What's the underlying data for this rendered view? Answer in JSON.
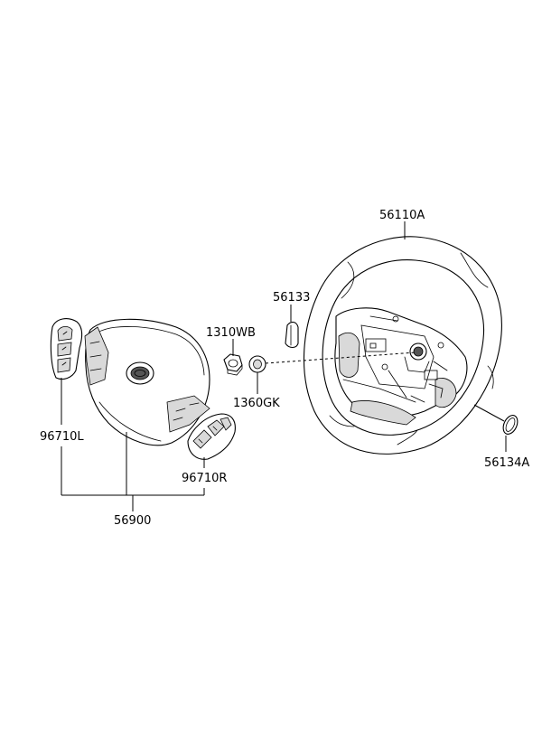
{
  "parts": [
    {
      "id": "steering-wheel",
      "number": "56110A"
    },
    {
      "id": "airbag-module-assembly",
      "number": "56900"
    },
    {
      "id": "left-remote-control-switch",
      "number": "96710L"
    },
    {
      "id": "right-remote-control-switch",
      "number": "96710R"
    },
    {
      "id": "nut",
      "number": "1310WB"
    },
    {
      "id": "washer",
      "number": "1360GK"
    },
    {
      "id": "cover-cap",
      "number": "56133"
    },
    {
      "id": "lower-cover-clip",
      "number": "56134A"
    }
  ]
}
